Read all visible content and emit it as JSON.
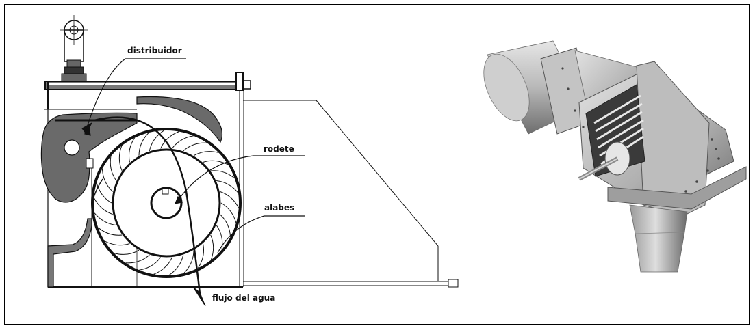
{
  "labels": {
    "distributor": "distribuidor",
    "runner": "rodete",
    "blades": "alabes",
    "water_flow": "flujo del agua"
  },
  "colors": {
    "line": "#111111",
    "fill_dark": "#555555",
    "metal_light": "#d9d9d9",
    "metal_mid": "#a8a8a8",
    "metal_dark": "#5c5c5c"
  }
}
